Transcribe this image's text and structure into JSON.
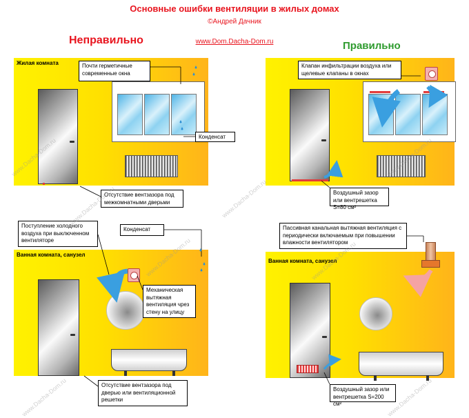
{
  "header": {
    "title": "Основные ошибки вентиляции в жилых домах",
    "author": "©Андрей Дачник",
    "website": "www.Dom.Dacha-Dom.ru"
  },
  "columns": {
    "wrong": "Неправильно",
    "right": "Правильно"
  },
  "panels": {
    "living_wrong": {
      "room": "Жилая комната",
      "windows_note": "Почти  герметичные современные окна",
      "condensate": "Конденсат",
      "no_gap": "Отсутствие вентзазора под межкомнатными дверьми"
    },
    "living_right": {
      "valve_note": "Клапан инфильтрации воздуха или щелевые клапаны в окнах",
      "gap_note": "Воздушный зазор или вентрешетка S=80 см²"
    },
    "bath_wrong": {
      "cold_air": "Поступление холодного воздуха при выключенном вентиляторе",
      "condensate": "Конденсат",
      "room": "Ванная комната, санузел",
      "fan_note": "Механическая вытяжная вентиляция чрез стену на улицу",
      "no_gap": "Отсутствие вентзазора под дверью или вентиляционной решетки"
    },
    "bath_right": {
      "passive_note": "Пассивная канальная вытяжная вентиляция с периодически включаемым при повышении влажности вентилятором",
      "room": "Ванная комната, санузел",
      "gap_note": "Воздушный зазор или вентрешетка S=200 см²"
    }
  },
  "watermark_text": "www.Dacha-Dom.ru",
  "colors": {
    "wrong": "#e8141e",
    "right": "#2e9b2e",
    "panel_left": "#fff200",
    "panel_right": "#ffb41a",
    "arrow": "#3a9fe0",
    "warm_arrow": "#f5a3a3"
  }
}
